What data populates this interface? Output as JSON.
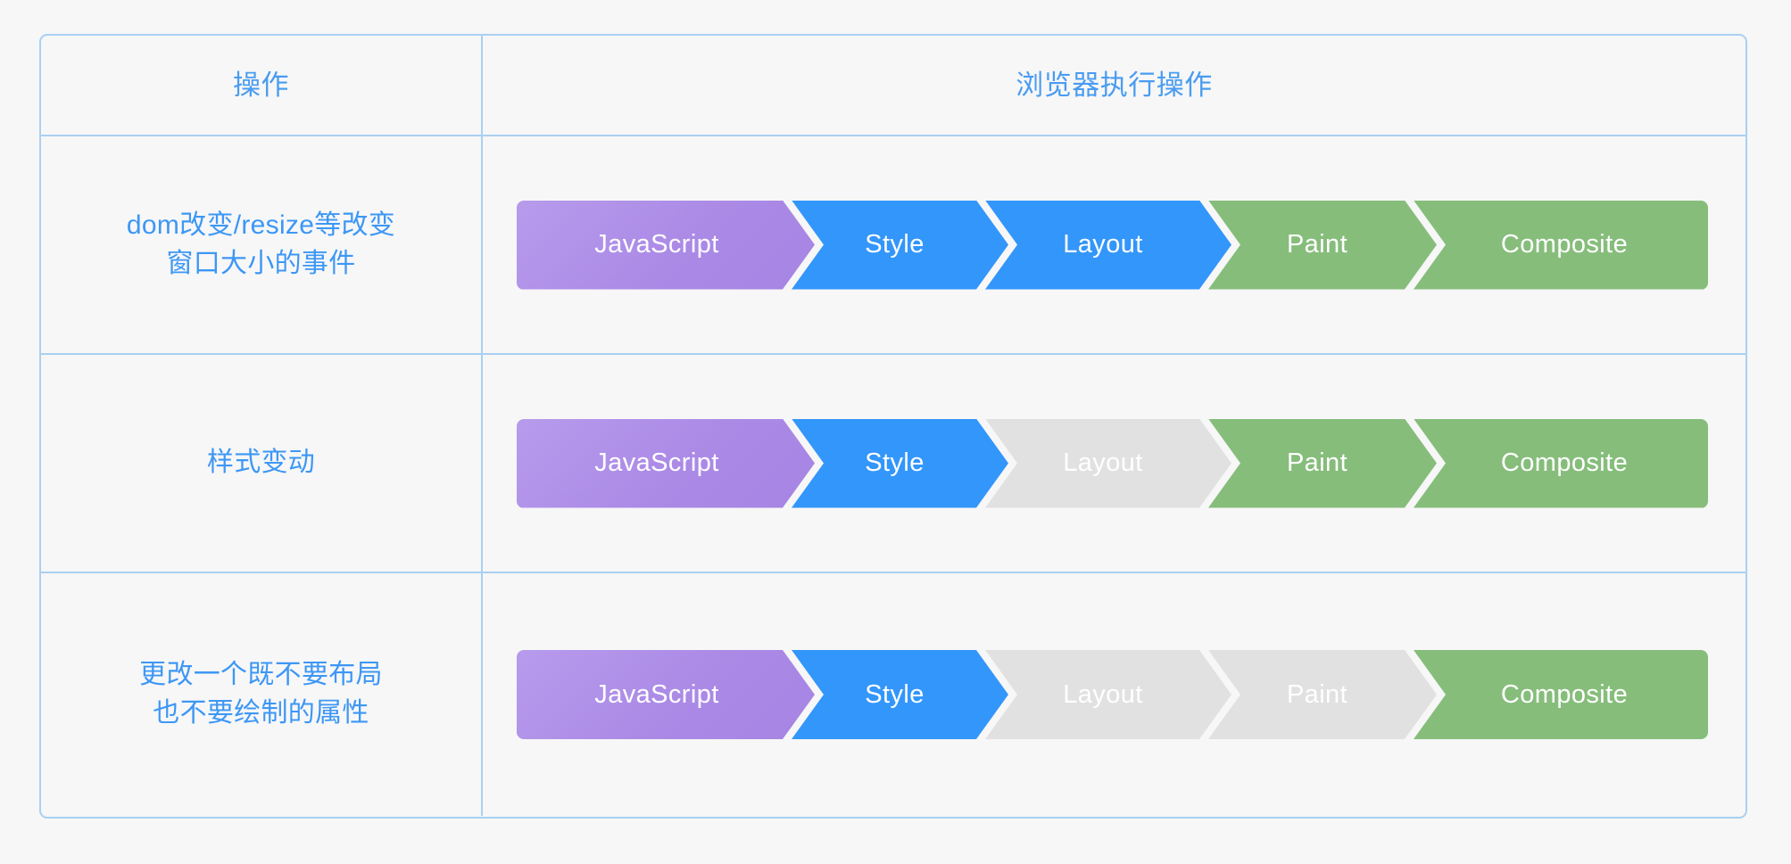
{
  "theme": {
    "page_background": "#f7f7f7",
    "table_border": "#a9d0f2",
    "header_text": "#4a9cf0",
    "label_text": "#3d97f5",
    "stage_javascript": "#ab8ae6",
    "stage_style": "#3396fa",
    "stage_layout": "#3396fa",
    "stage_paint": "#86bd7b",
    "stage_composite": "#86bd7b",
    "stage_skipped": "#e1e1e1",
    "stage_text": "#ffffff"
  },
  "table": {
    "headers": {
      "operation": "操作",
      "browser_pipeline": "浏览器执行操作"
    },
    "rows": [
      {
        "label": "dom改变/resize等改变\n窗口大小的事件",
        "stages": [
          {
            "name": "JavaScript",
            "state": "active",
            "color": "#ab8ae6"
          },
          {
            "name": "Style",
            "state": "active",
            "color": "#3396fa"
          },
          {
            "name": "Layout",
            "state": "active",
            "color": "#3396fa"
          },
          {
            "name": "Paint",
            "state": "active",
            "color": "#86bd7b"
          },
          {
            "name": "Composite",
            "state": "active",
            "color": "#86bd7b"
          }
        ]
      },
      {
        "label": "样式变动",
        "stages": [
          {
            "name": "JavaScript",
            "state": "active",
            "color": "#ab8ae6"
          },
          {
            "name": "Style",
            "state": "active",
            "color": "#3396fa"
          },
          {
            "name": "Layout",
            "state": "skipped",
            "color": "#e1e1e1"
          },
          {
            "name": "Paint",
            "state": "active",
            "color": "#86bd7b"
          },
          {
            "name": "Composite",
            "state": "active",
            "color": "#86bd7b"
          }
        ]
      },
      {
        "label": "更改一个既不要布局\n也不要绘制的属性",
        "stages": [
          {
            "name": "JavaScript",
            "state": "active",
            "color": "#ab8ae6"
          },
          {
            "name": "Style",
            "state": "active",
            "color": "#3396fa"
          },
          {
            "name": "Layout",
            "state": "skipped",
            "color": "#e1e1e1"
          },
          {
            "name": "Paint",
            "state": "skipped",
            "color": "#e1e1e1"
          },
          {
            "name": "Composite",
            "state": "active",
            "color": "#86bd7b"
          }
        ]
      }
    ]
  }
}
